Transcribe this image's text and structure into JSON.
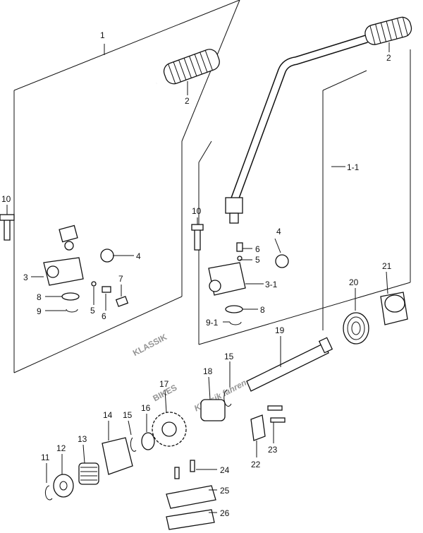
{
  "watermark": {
    "line1": "KLASSIK",
    "line2": "BIKES",
    "line3": "Klassik fahren"
  },
  "callouts": [
    {
      "id": "c-1",
      "text": "1"
    },
    {
      "id": "c-2a",
      "text": "2"
    },
    {
      "id": "c-2b",
      "text": "2"
    },
    {
      "id": "c-1-1",
      "text": "1-1"
    },
    {
      "id": "c-10a",
      "text": "10"
    },
    {
      "id": "c-10b",
      "text": "10"
    },
    {
      "id": "c-3",
      "text": "3"
    },
    {
      "id": "c-3-1",
      "text": "3-1"
    },
    {
      "id": "c-4a",
      "text": "4"
    },
    {
      "id": "c-4b",
      "text": "4"
    },
    {
      "id": "c-5a",
      "text": "5"
    },
    {
      "id": "c-5b",
      "text": "5"
    },
    {
      "id": "c-6a",
      "text": "6"
    },
    {
      "id": "c-6b",
      "text": "6"
    },
    {
      "id": "c-7",
      "text": "7"
    },
    {
      "id": "c-8a",
      "text": "8"
    },
    {
      "id": "c-8b",
      "text": "8"
    },
    {
      "id": "c-9",
      "text": "9"
    },
    {
      "id": "c-9-1",
      "text": "9-1"
    },
    {
      "id": "c-11",
      "text": "11"
    },
    {
      "id": "c-12",
      "text": "12"
    },
    {
      "id": "c-13",
      "text": "13"
    },
    {
      "id": "c-14",
      "text": "14"
    },
    {
      "id": "c-15a",
      "text": "15"
    },
    {
      "id": "c-15b",
      "text": "15"
    },
    {
      "id": "c-16",
      "text": "16"
    },
    {
      "id": "c-17",
      "text": "17"
    },
    {
      "id": "c-18",
      "text": "18"
    },
    {
      "id": "c-19",
      "text": "19"
    },
    {
      "id": "c-20",
      "text": "20"
    },
    {
      "id": "c-21",
      "text": "21"
    },
    {
      "id": "c-22",
      "text": "22"
    },
    {
      "id": "c-23",
      "text": "23"
    },
    {
      "id": "c-24",
      "text": "24"
    },
    {
      "id": "c-25",
      "text": "25"
    },
    {
      "id": "c-26",
      "text": "26"
    }
  ]
}
